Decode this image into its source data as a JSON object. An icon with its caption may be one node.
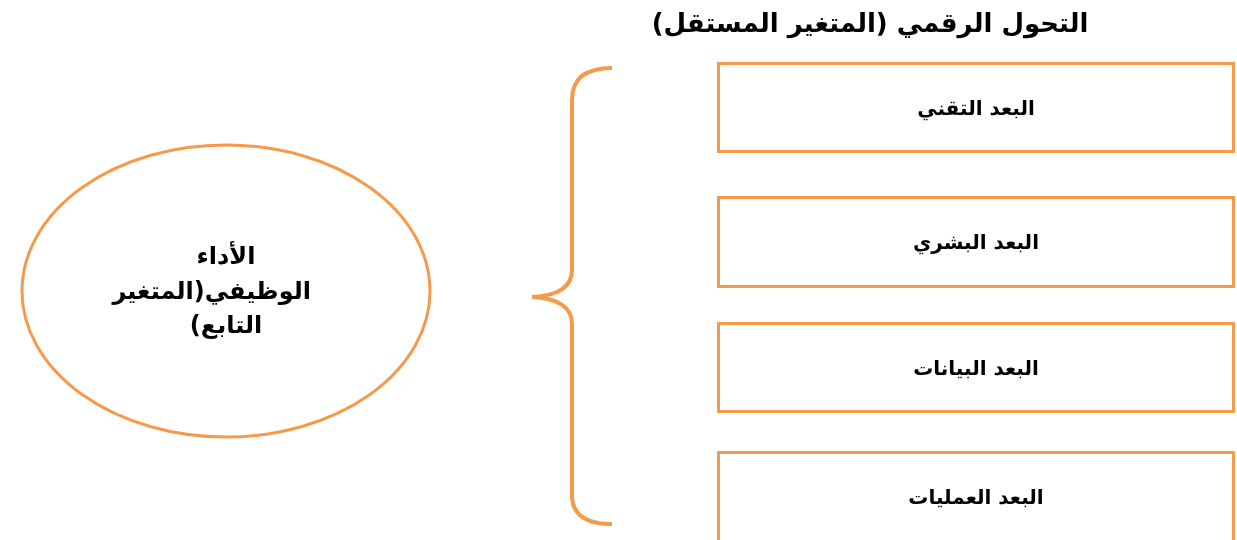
{
  "diagram": {
    "title": "التحول الرقمي (المتغير المستقل)",
    "nodes": [
      {
        "text": [
          "الأداء الوظيفي(المتغير التابع)"
        ]
      },
      {
        "text": [
          "البعد التقني"
        ]
      },
      {
        "text": [
          "البعد البشري"
        ]
      },
      {
        "text": [
          "البعد البيانات"
        ]
      },
      {
        "text": [
          "البعد العمليات"
        ]
      }
    ]
  }
}
